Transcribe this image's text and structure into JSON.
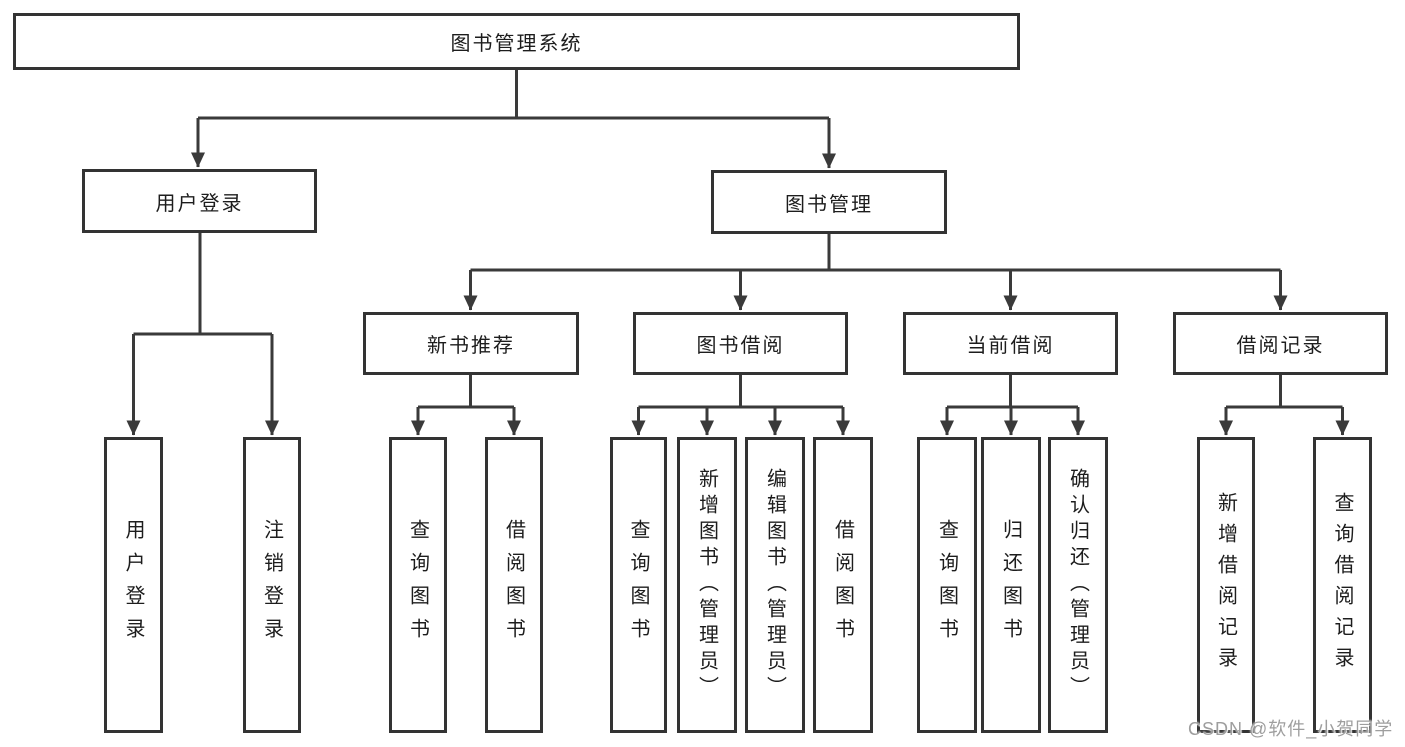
{
  "tree": {
    "label": "图书管理系统",
    "children": [
      {
        "label": "用户登录",
        "children": [
          {
            "label": "用户登录"
          },
          {
            "label": "注销登录"
          }
        ]
      },
      {
        "label": "图书管理",
        "children": [
          {
            "label": "新书推荐",
            "children": [
              {
                "label": "查询图书"
              },
              {
                "label": "借阅图书"
              }
            ]
          },
          {
            "label": "图书借阅",
            "children": [
              {
                "label": "查询图书"
              },
              {
                "label": "新增图书（管理员）"
              },
              {
                "label": "编辑图书（管理员）"
              },
              {
                "label": "借阅图书"
              }
            ]
          },
          {
            "label": "当前借阅",
            "children": [
              {
                "label": "查询图书"
              },
              {
                "label": "归还图书"
              },
              {
                "label": "确认归还（管理员）"
              }
            ]
          },
          {
            "label": "借阅记录",
            "children": [
              {
                "label": "新增借阅记录"
              },
              {
                "label": "查询借阅记录"
              }
            ]
          }
        ]
      }
    ]
  },
  "watermark": "CSDN @软件_小贺同学",
  "colors": {
    "line": "#3a3a3a",
    "box_border": "#333333",
    "text": "#1d1d1d",
    "watermark": "#9e9e9e",
    "background": "#ffffff"
  }
}
